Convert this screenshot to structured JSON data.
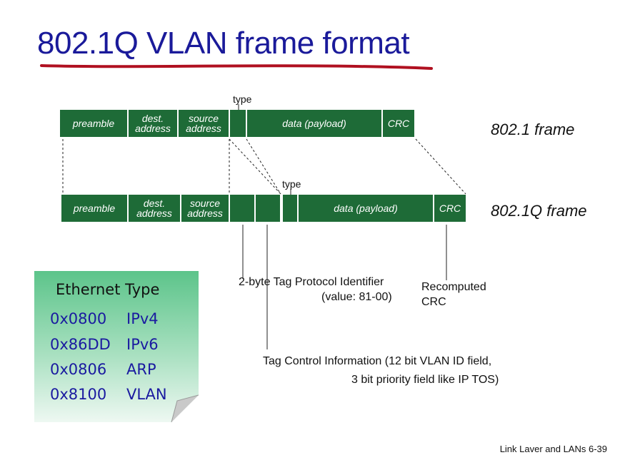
{
  "title": "802.1Q VLAN frame format",
  "frame_8021": {
    "label": "802.1 frame",
    "type_label": "type",
    "fields": {
      "preamble": "preamble",
      "dest_line1": "dest.",
      "dest_line2": "address",
      "source_line1": "source",
      "source_line2": "address",
      "data": "data (payload)",
      "crc": "CRC"
    }
  },
  "frame_8021q": {
    "label": "802.1Q frame",
    "type_label": "type",
    "fields": {
      "preamble": "preamble",
      "dest_line1": "dest.",
      "dest_line2": "address",
      "source_line1": "source",
      "source_line2": "address",
      "data": "data (payload)",
      "crc": "CRC"
    }
  },
  "annotations": {
    "tpid_line1": "2-byte Tag Protocol Identifier",
    "tpid_line2": "(value: 81-00)",
    "crc_line1": "Recomputed",
    "crc_line2": "CRC",
    "tci_line1": "Tag Control Information (12 bit VLAN ID field,",
    "tci_line2": "3 bit priority field like IP TOS)"
  },
  "ethernet_type": {
    "title": "Ethernet Type",
    "rows": [
      {
        "code": "0x0800",
        "name": "IPv4"
      },
      {
        "code": "0x86DD",
        "name": "IPv6"
      },
      {
        "code": "0x0806",
        "name": "ARP"
      },
      {
        "code": "0x8100",
        "name": "VLAN"
      }
    ]
  },
  "footer": "Link Laver and LANs  6-39",
  "colors": {
    "field_green": "#1e6b37",
    "title_blue": "#1a1a9a",
    "underline_red": "#b01020",
    "note_green": "#6fcf98"
  }
}
